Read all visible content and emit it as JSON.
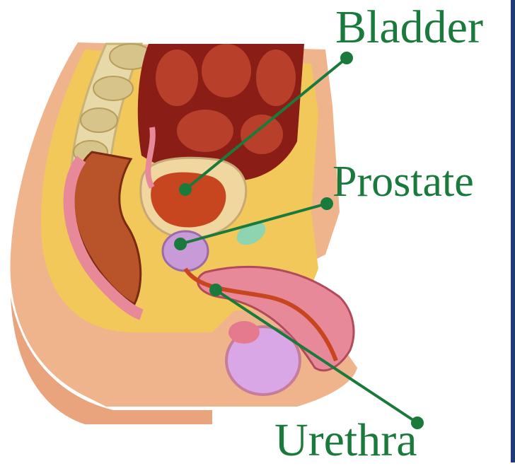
{
  "labels": {
    "bladder": "Bladder",
    "prostate": "Prostate",
    "urethra": "Urethra"
  },
  "colors": {
    "label_green": "#1a7a3c",
    "skin": "#f0b48c",
    "fat": "#f2c85a",
    "bone": "#e8d9a8",
    "muscle": "#b8402a",
    "organ_pink": "#e8899a",
    "bladder_red": "#c8461f",
    "prostate_violet": "#c99ad8",
    "testis_violet": "#d9a6e6",
    "frame_blue": "#1f3b7a"
  }
}
